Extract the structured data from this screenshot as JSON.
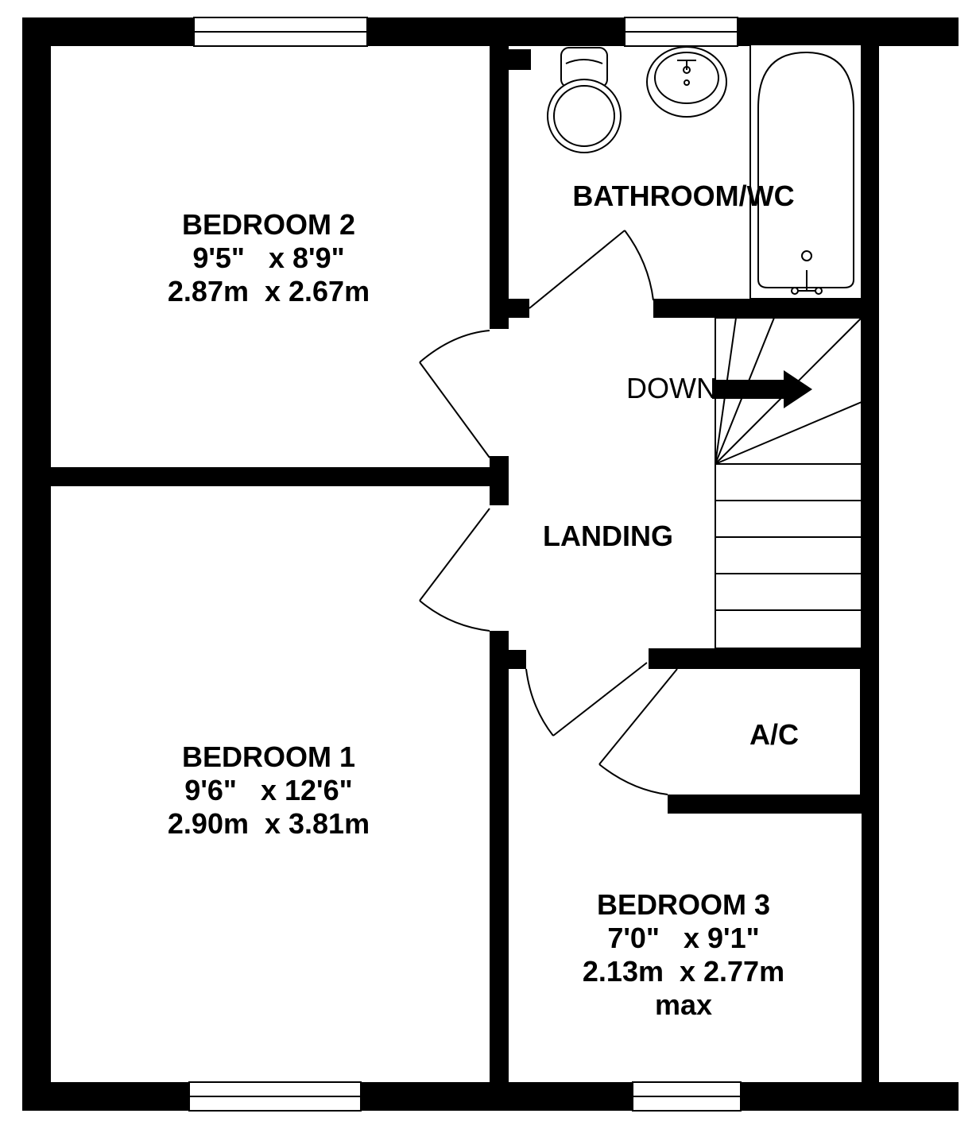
{
  "floorplan": {
    "rooms": {
      "bedroom2": {
        "name": "BEDROOM 2",
        "imperial": "9'5\"   x 8'9\"",
        "metric": "2.87m  x 2.67m"
      },
      "bedroom1": {
        "name": "BEDROOM 1",
        "imperial": "9'6\"   x 12'6\"",
        "metric": "2.90m  x 3.81m"
      },
      "bedroom3": {
        "name": "BEDROOM 3",
        "imperial": "7'0\"   x 9'1\"",
        "metric": "2.13m  x 2.77m",
        "note": "max"
      },
      "bathroom": {
        "name": "BATHROOM/WC"
      },
      "landing": {
        "name": "LANDING"
      },
      "airing_cupboard": {
        "name": "A/C"
      }
    },
    "stairs": {
      "direction_label": "DOWN"
    },
    "colors": {
      "wall": "#000000",
      "background": "#ffffff",
      "window_frame": "#000000"
    }
  }
}
